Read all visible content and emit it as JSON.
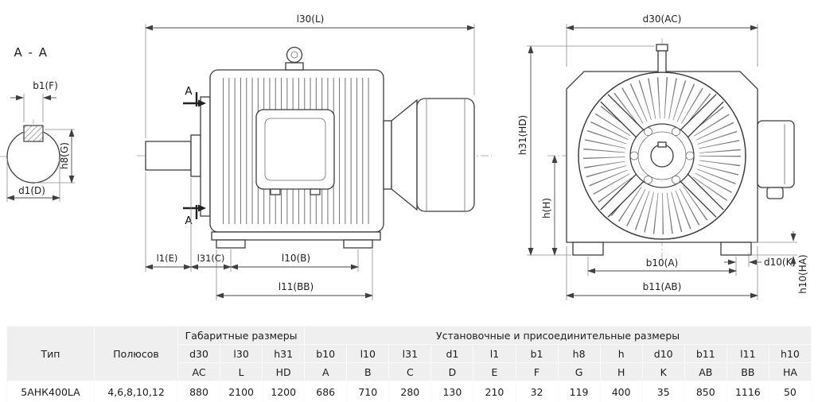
{
  "drawing": {
    "section_view": {
      "title": "А - А",
      "dim_b1": "b1(F)",
      "dim_h8": "h8(G)",
      "dim_d1": "d1(D)"
    },
    "side_view": {
      "dim_l30": "l30(L)",
      "dim_l1": "l1(E)",
      "dim_l31": "l31(C)",
      "dim_l10": "l10(B)",
      "dim_l11": "l11(BB)",
      "section_marker": "А"
    },
    "end_view": {
      "dim_d30": "d30(AC)",
      "dim_h31": "h31(HD)",
      "dim_h": "h(H)",
      "dim_b10": "b10(A)",
      "dim_d10": "d10(K)",
      "dim_b11": "b11(AB)",
      "dim_h10": "h10(HA)"
    }
  },
  "table": {
    "col_type_label": "Тип",
    "col_poles_label": "Полюсов",
    "group_overall": "Габаритные размеры",
    "group_mounting": "Установочные и присоединительные размеры",
    "dim_names": [
      "d30",
      "l30",
      "h31",
      "b10",
      "l10",
      "l31",
      "d1",
      "l1",
      "b1",
      "h8",
      "h",
      "d10",
      "b11",
      "l11",
      "h10"
    ],
    "dim_letters": [
      "AC",
      "L",
      "HD",
      "A",
      "B",
      "C",
      "D",
      "E",
      "F",
      "G",
      "H",
      "K",
      "AB",
      "BB",
      "HA"
    ],
    "rows": [
      {
        "type": "5АНК400LA",
        "poles": "4,6,8,10,12",
        "values": [
          "880",
          "2100",
          "1200",
          "686",
          "710",
          "280",
          "130",
          "210",
          "32",
          "119",
          "400",
          "35",
          "850",
          "1116",
          "50"
        ]
      }
    ]
  }
}
